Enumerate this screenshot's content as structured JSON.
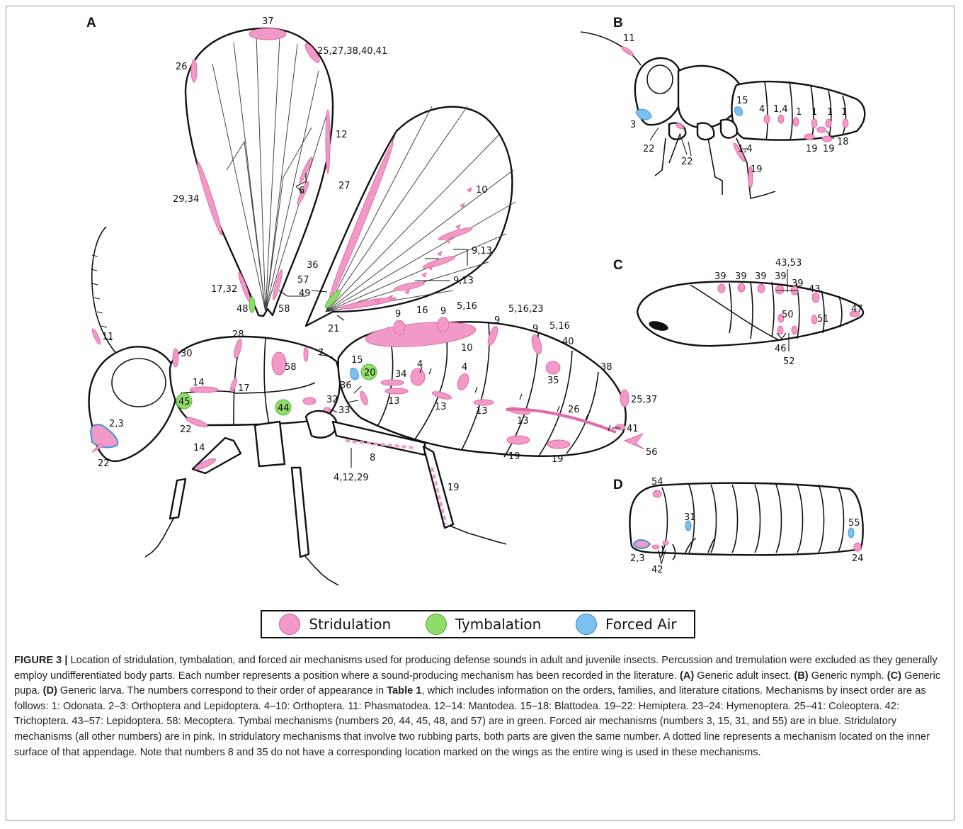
{
  "panels": {
    "a": "A",
    "b": "B",
    "c": "C",
    "d": "D"
  },
  "labels": {
    "a": {
      "l37": "37",
      "l25": "25,27,38,40,41",
      "l26": "26",
      "l12": "12",
      "l6": "6",
      "l2934": "29,34",
      "l1732": "17,32",
      "l48": "48",
      "l58w": "58",
      "l49": "49",
      "l27": "27",
      "l10": "10",
      "l913a": "9,13",
      "l913b": "9,13",
      "l36w": "36",
      "l57": "57",
      "l21": "21",
      "l11": "11",
      "l30": "30",
      "l28": "28",
      "l7": "7",
      "l58t": "58",
      "l15": "15",
      "l20": "20",
      "l9a": "9",
      "l16": "16",
      "l9b": "9",
      "l516a": "5,16",
      "l9c": "9",
      "l51623": "5,16,23",
      "l9d": "9",
      "l516b": "5,16",
      "l40": "40",
      "l14a": "14",
      "l17": "17",
      "l45": "45",
      "l44": "44",
      "l22a": "22",
      "l23": "2,3",
      "l22b": "22",
      "l14b": "14",
      "l32": "32",
      "l33": "33",
      "l36b": "36",
      "l34": "34",
      "l4a": "4",
      "l4b": "4",
      "l13a": "13",
      "l13b": "13",
      "l13c": "13",
      "l13d": "13",
      "l10b": "10",
      "l35": "35",
      "l38": "38",
      "l2537": "25,37",
      "l26b": "26",
      "l41": "41",
      "l56": "56",
      "l19a": "19",
      "l19b": "19",
      "l8": "8",
      "l41229": "4,12,29",
      "l19c": "19"
    },
    "b": {
      "l11": "11",
      "l15": "15",
      "l4": "4",
      "l14a": "1,4",
      "l1a": "1",
      "l1b": "1",
      "l1c": "1",
      "l1d": "1",
      "l3": "3",
      "l22a": "22",
      "l22b": "22",
      "l14b": "1,4",
      "l19a": "19",
      "l19b": "19",
      "l18": "18",
      "l19c": "19"
    },
    "c": {
      "l39a": "39",
      "l39b": "39",
      "l39c": "39",
      "l4353": "43,53",
      "l39d": "39",
      "l39e": "39",
      "l43": "43",
      "l47": "47",
      "l50": "50",
      "l51": "51",
      "l46": "46",
      "l52": "52"
    },
    "d": {
      "l54": "54",
      "l31": "31",
      "l55": "55",
      "l23": "2,3",
      "l42": "42",
      "l24": "24"
    }
  },
  "legend": {
    "stridulation": "Stridulation",
    "tymbalation": "Tymbalation",
    "forced_air": "Forced Air"
  },
  "colors": {
    "stridulation": "#f29ac7",
    "tymbalation": "#8fdc6a",
    "forced_air": "#7cc0ef"
  },
  "caption": {
    "figure_label": "FIGURE 3 |",
    "intro": " Location of stridulation, tymbalation, and forced air mechanisms used for producing defense sounds in adult and juvenile insects. Percussion and tremulation were excluded as they generally employ undifferentiated body parts. Each number represents a position where a sound-producing mechanism has been recorded in the literature. ",
    "a_label": "(A)",
    "a_text": " Generic adult insect. ",
    "b_label": "(B)",
    "b_text": " Generic nymph. ",
    "c_label": "(C)",
    "c_text": " Generic pupa. ",
    "d_label": "(D)",
    "d_text": " Generic larva. The numbers correspond to their order of appearance in ",
    "table_ref": "Table 1",
    "rest": ", which includes information on the orders, families, and literature citations. Mechanisms by insect order are as follows: 1: Odonata. 2–3: Orthoptera and Lepidoptera. 4–10: Orthoptera. 11: Phasmatodea. 12–14: Mantodea. 15–18: Blattodea. 19–22: Hemiptera. 23–24: Hymenoptera. 25–41: Coleoptera. 42: Trichoptera. 43–57: Lepidoptera. 58: Mecoptera. Tymbal mechanisms (numbers 20, 44, 45, 48, and 57) are in green. Forced air mechanisms (numbers 3, 15, 31, and 55) are in blue. Stridulatory mechanisms (all other numbers) are in pink. In stridulatory mechanisms that involve two rubbing parts, both parts are given the same number. A dotted line represents a mechanism located on the inner surface of that appendage. Note that numbers 8 and 35 do not have a corresponding location marked on the wings as the entire wing is used in these mechanisms."
  }
}
